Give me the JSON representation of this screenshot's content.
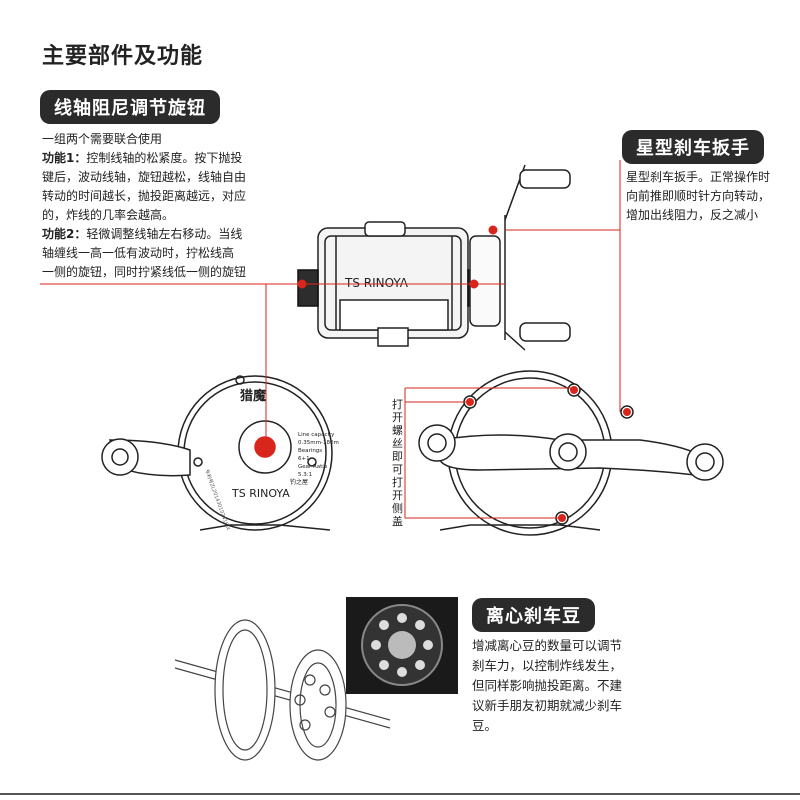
{
  "title": "主要部件及功能",
  "sections": {
    "drag_knob": {
      "label": "线轴阻尼调节旋钮",
      "intro": "一组两个需要联合使用",
      "func1_head": "功能1：",
      "func1_lines": [
        "控制线轴的松紧度。按下抛投",
        "键后，波动线轴，旋钮越松，线轴自由",
        "转动的时间越长，抛投距离越远，对应",
        "的，炸线的几率会越高。"
      ],
      "func2_head": "功能2：",
      "func2_lines": [
        "轻微调整线轴左右移动。当线",
        "轴缠线一高一低有波动时，拧松线高",
        "一侧的旋钮，同时拧紧线低一侧的旋钮"
      ]
    },
    "star_drag": {
      "label": "星型刹车扳手",
      "lines": [
        "星型刹车扳手。正常操作时",
        "向前推即顺时针方向转动，",
        "增加出线阻力，反之减小"
      ]
    },
    "side_cover": {
      "vertical_text": "打开螺丝即可打开侧盖"
    },
    "brake_beans": {
      "label": "离心刹车豆",
      "lines": [
        "增减离心豆的数量可以调节",
        "刹车力，以控制炸线发生，",
        "但同样影响抛投距离。不建",
        "议新手朋友初期就减少刹车",
        "豆。"
      ]
    }
  },
  "reel": {
    "brand": "TS RINOYA",
    "brand_cn": "钓之屋",
    "name_cn": "猎魔",
    "spec_line_capacity": "Line capacity",
    "spec_line_value": "0.35mm-180m",
    "spec_bearings": "Bearings",
    "spec_bearings_value": "6+1",
    "spec_gear": "Gear Ratio",
    "spec_gear_value": "5.3:1",
    "serial": "专利号ZL201430102416.X"
  },
  "colors": {
    "accent_red": "#d9261c",
    "label_bg": "#2b2b2b"
  }
}
